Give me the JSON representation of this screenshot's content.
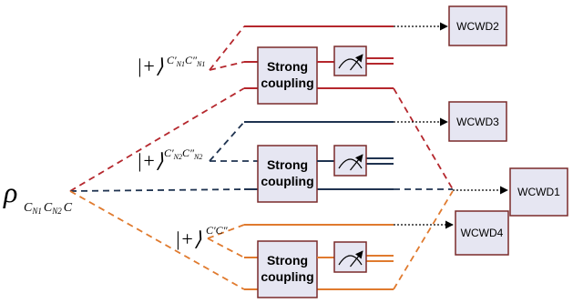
{
  "state": {
    "symbol": "ρ",
    "subscript_parts": [
      {
        "base": "C",
        "sub": "N1"
      },
      {
        "base": "C",
        "sub": "N2"
      },
      {
        "base": "C",
        "sub": ""
      }
    ]
  },
  "kets": [
    {
      "label": "|+⟩",
      "superscript": "C′N1C″N1",
      "parts": [
        {
          "base": "C′",
          "sub": "N1"
        },
        {
          "base": "C″",
          "sub": "N1"
        }
      ]
    },
    {
      "label": "|+⟩",
      "superscript": "C′N2C″N2",
      "parts": [
        {
          "base": "C′",
          "sub": "N2"
        },
        {
          "base": "C″",
          "sub": "N2"
        }
      ]
    },
    {
      "label": "|+⟩",
      "superscript": "C′C″",
      "parts": [
        {
          "base": "C′",
          "sub": ""
        },
        {
          "base": "C″",
          "sub": ""
        }
      ]
    }
  ],
  "coupling_boxes": [
    {
      "line1": "Strong",
      "line2": "coupling"
    },
    {
      "line1": "Strong",
      "line2": "coupling"
    },
    {
      "line1": "Strong",
      "line2": "coupling"
    }
  ],
  "outputs": [
    {
      "label": "WCWD2"
    },
    {
      "label": "WCWD3"
    },
    {
      "label": "WCWD1"
    },
    {
      "label": "WCWD4"
    }
  ],
  "colors": {
    "red": "#b5272d",
    "navy": "#1f3350",
    "orange": "#e07a2e",
    "box_fill": "#e6e6f2",
    "box_stroke": "#7a2a2a",
    "text": "#000000"
  }
}
